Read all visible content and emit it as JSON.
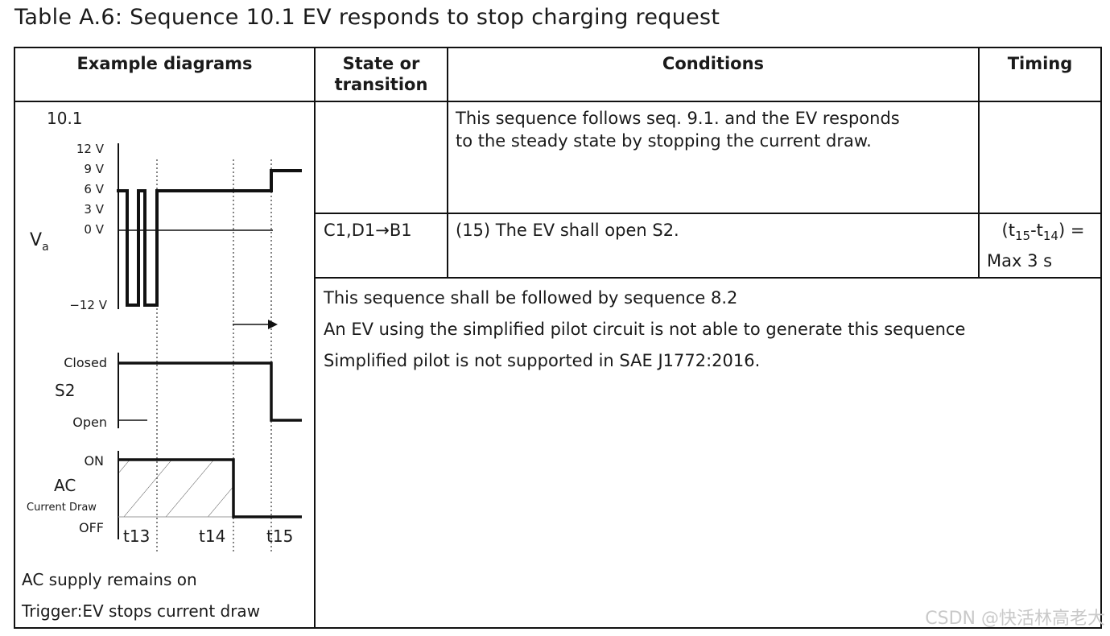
{
  "caption": "Table A.6: Sequence 10.1  EV responds to stop charging request",
  "headers": {
    "example": "Example diagrams",
    "state_l1": "State or",
    "state_l2": "transition",
    "conditions": "Conditions",
    "timing": "Timing"
  },
  "rows": [
    {
      "state": "",
      "condition_l1": "This sequence follows seq. 9.1. and the EV responds",
      "condition_l2": "to the steady state by stopping the current draw.",
      "timing": ""
    },
    {
      "state": "C1,D1→B1",
      "condition": "(15) The EV shall open S2.",
      "timing_l1_a": "(t",
      "timing_sub1": "15",
      "timing_l1_b": "-t",
      "timing_sub2": "14",
      "timing_l1_c": ") =",
      "timing_l2": "Max 3 s"
    }
  ],
  "notes": [
    "This sequence shall be followed by sequence 8.2",
    "An EV using the simplified pilot circuit is not able to generate this sequence",
    "Simplified pilot is not supported in SAE J1772:2016."
  ],
  "diagram": {
    "id": "10.1",
    "va_label": "V",
    "va_sub": "a",
    "voltage_ticks": [
      "12 V",
      "9 V",
      "6 V",
      "3 V",
      "0 V",
      "−12 V"
    ],
    "s2_label": "S2",
    "s2_closed": "Closed",
    "s2_open": "Open",
    "ac_label": "AC",
    "ac_sub": "Current Draw",
    "ac_on": "ON",
    "ac_off": "OFF",
    "time_labels": [
      "t13",
      "t14",
      "t15"
    ],
    "footer_l1": "AC supply remains on",
    "footer_l2": "Trigger:EV stops current draw"
  },
  "watermark": "CSDN @快活林高老大"
}
